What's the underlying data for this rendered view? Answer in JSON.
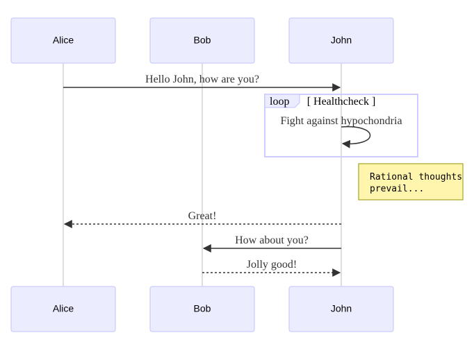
{
  "actors": {
    "alice": "Alice",
    "bob": "Bob",
    "john": "John"
  },
  "messages": {
    "m1": "Hello John, how are you?",
    "m2": "Fight against hypochondria",
    "m3": "Great!",
    "m4": "How about you?",
    "m5": "Jolly good!"
  },
  "loop": {
    "keyword": "loop",
    "condition": "[ Healthcheck ]"
  },
  "note": {
    "line1": "Rational thoughts",
    "line2": "prevail..."
  },
  "colors": {
    "actor_fill": "#ECECFF",
    "actor_stroke": "#CCCCFF",
    "note_fill": "#fff5ad",
    "note_stroke": "#aaaa33",
    "line": "#333333"
  }
}
